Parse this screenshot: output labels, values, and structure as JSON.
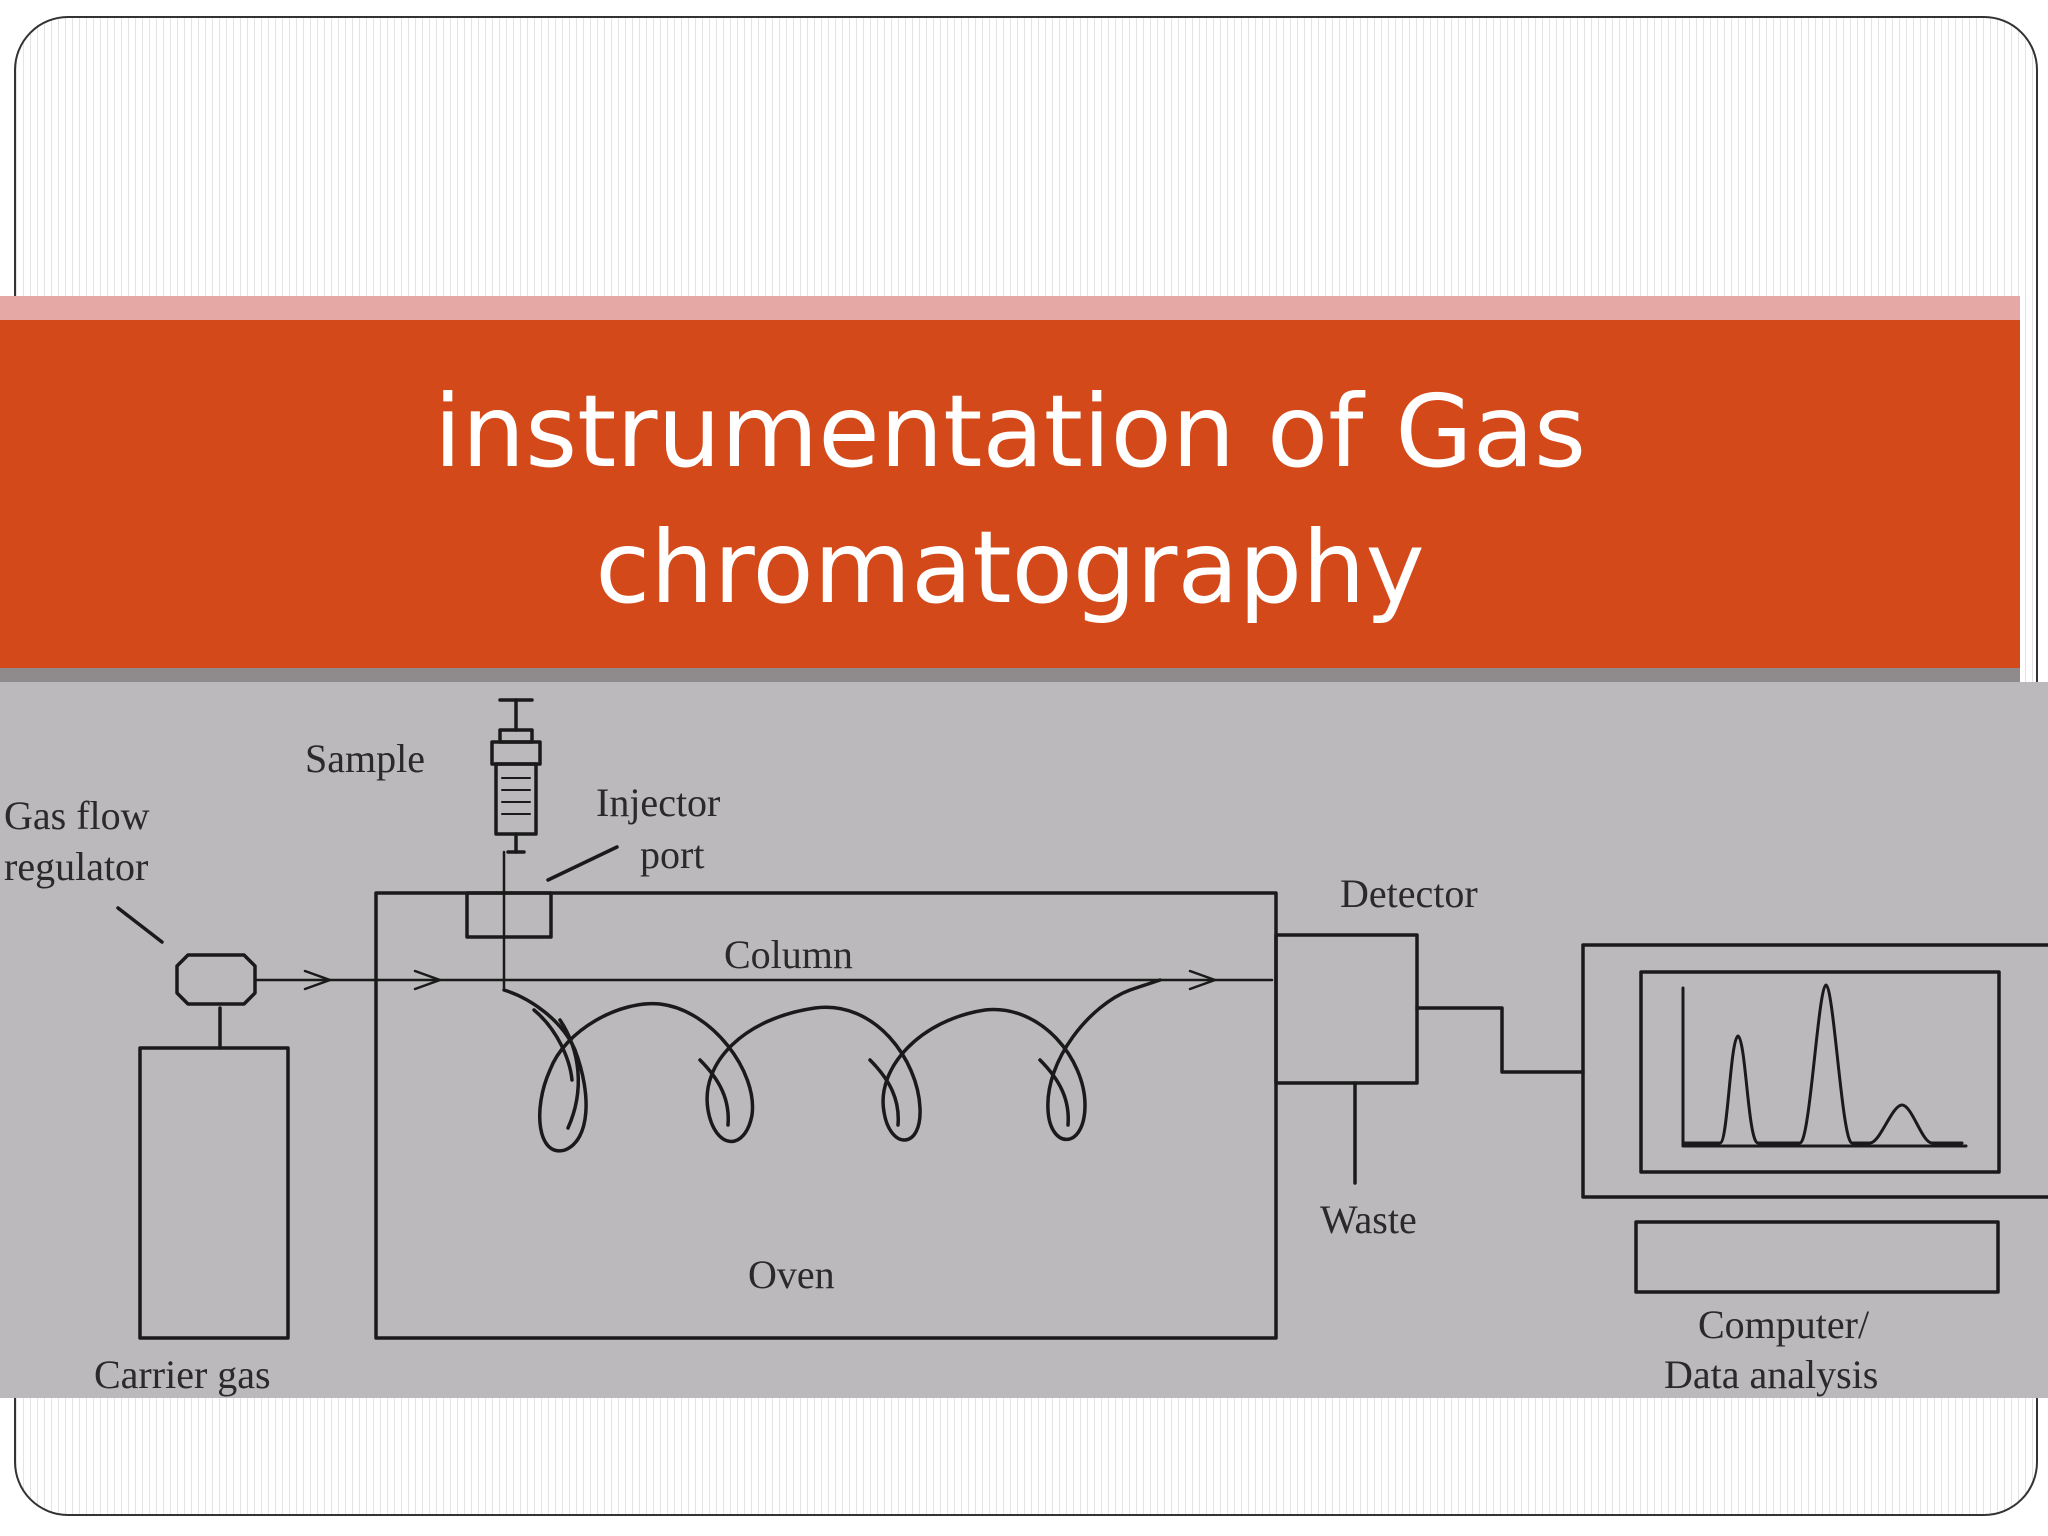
{
  "slide": {
    "title": "instrumentation of Gas chromatography"
  },
  "diagram": {
    "labels": {
      "sample": "Sample",
      "gas_flow_1": "Gas flow",
      "gas_flow_2": "regulator",
      "injector_1": "Injector",
      "injector_2": "port",
      "detector": "Detector",
      "column": "Column",
      "waste": "Waste",
      "oven": "Oven",
      "carrier_gas": "Carrier gas",
      "computer_1": "Computer/",
      "computer_2": "Data analysis"
    }
  },
  "colors": {
    "title_bar": "#d4491a",
    "title_band": "#e6a8a4",
    "diagram_background": "#bbb9bb",
    "line": "#1a1a1a"
  }
}
